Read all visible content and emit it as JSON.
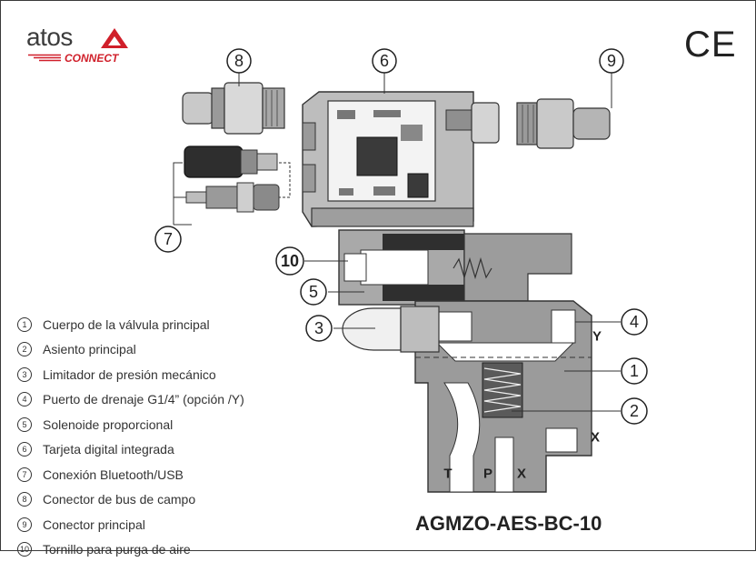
{
  "brand": {
    "name": "atos",
    "sub": "CONNECT",
    "accent_color": "#d01f2a"
  },
  "certification": "CE",
  "model_code": "AGMZO-AES-BC-10",
  "callouts": [
    "1",
    "2",
    "3",
    "4",
    "5",
    "6",
    "7",
    "8",
    "9",
    "10"
  ],
  "ports": {
    "y": "Y",
    "x": "X",
    "t": "T",
    "p": "P",
    "x_bottom": "X"
  },
  "legend": [
    {
      "num": "1",
      "label": "Cuerpo de la válvula principal"
    },
    {
      "num": "2",
      "label": "Asiento principal"
    },
    {
      "num": "3",
      "label": "Limitador de presión mecánico"
    },
    {
      "num": "4",
      "label": "Puerto de drenaje G1/4” (opción /Y)"
    },
    {
      "num": "5",
      "label": "Solenoide proporcional"
    },
    {
      "num": "6",
      "label": "Tarjeta digital integrada"
    },
    {
      "num": "7",
      "label": "Conexión Bluetooth/USB"
    },
    {
      "num": "8",
      "label": "Conector de bus de campo"
    },
    {
      "num": "9",
      "label": "Conector principal"
    },
    {
      "num": "10",
      "label": "Tornillo para purga de aire"
    }
  ]
}
